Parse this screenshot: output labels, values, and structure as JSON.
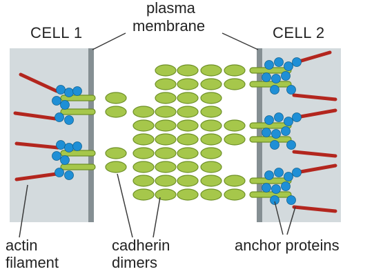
{
  "labels": {
    "cell1": "CELL 1",
    "cell2": "CELL 2",
    "plasma_membrane": [
      "plasma",
      "membrane"
    ],
    "actin_filament": [
      "actin",
      "filament"
    ],
    "cadherin_dimers": [
      "cadherin",
      "dimers"
    ],
    "anchor_proteins": "anchor proteins"
  },
  "colors": {
    "cell_interior": "#d3dadd",
    "membrane": "#858f93",
    "cadherin_fill": "#a6c74b",
    "cadherin_stroke": "#6d8f27",
    "anchor_protein": "#1f8fd6",
    "actin": "#b3261e",
    "leader_line": "#3a3a3a"
  },
  "icons": [
    "cadherin-ellipse",
    "anchor-protein-circle",
    "actin-filament-line"
  ]
}
